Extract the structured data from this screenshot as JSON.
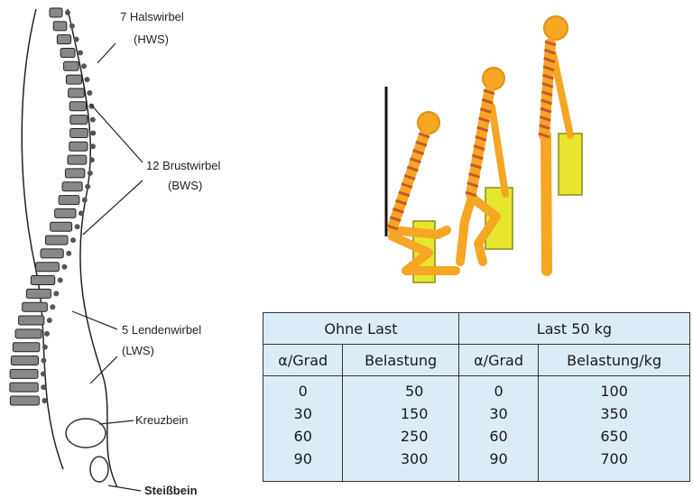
{
  "spine_labels": {
    "cervical": "7 Halswirbel",
    "cervical_abbr": "(HWS)",
    "thoracic": "12 Brustwirbel",
    "thoracic_abbr": "(BWS)",
    "lumbar": "5 Lendenwirbel",
    "lumbar_abbr": "(LWS)",
    "sacrum": "Kreuzbein",
    "coccyx": "Steißbein"
  },
  "table": {
    "group_headers": [
      "Ohne Last",
      "Last 50 kg"
    ],
    "sub_headers": [
      "α/Grad",
      "Belastung",
      "α/Grad",
      "Belastung/kg"
    ],
    "rows": [
      [
        "0",
        "50",
        "0",
        "100"
      ],
      [
        "30",
        "150",
        "30",
        "350"
      ],
      [
        "60",
        "250",
        "60",
        "650"
      ],
      [
        "90",
        "300",
        "90",
        "700"
      ]
    ]
  },
  "colors": {
    "figure_orange": "#f5a623",
    "vertebra_stripe": "#c8572f",
    "load_box": "#e6e62e",
    "table_bg": "#dcecf7"
  }
}
